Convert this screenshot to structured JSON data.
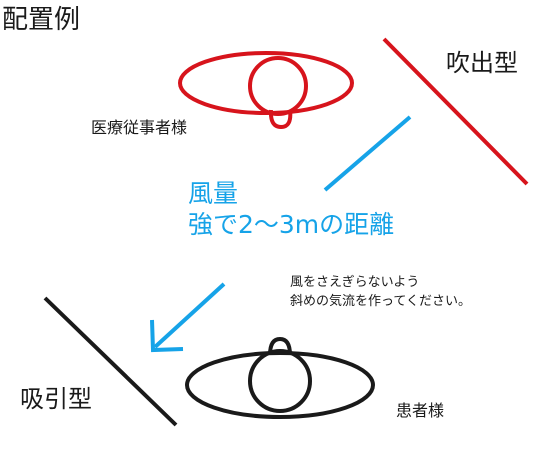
{
  "title": "配置例",
  "outlet": {
    "label": "吹出型",
    "color": "#d7141c"
  },
  "intake": {
    "label": "吸引型",
    "color": "#1a1a1a"
  },
  "staff": {
    "label": "医療従事者様",
    "color": "#d7141c"
  },
  "patient": {
    "label": "患者様",
    "color": "#1a1a1a"
  },
  "airflow": {
    "lines": [
      "風量",
      "強で2～3mの距離"
    ],
    "color": "#16a3e8"
  },
  "note": {
    "lines": [
      "風をさえぎらないよう",
      "斜めの気流を作ってください。"
    ]
  }
}
